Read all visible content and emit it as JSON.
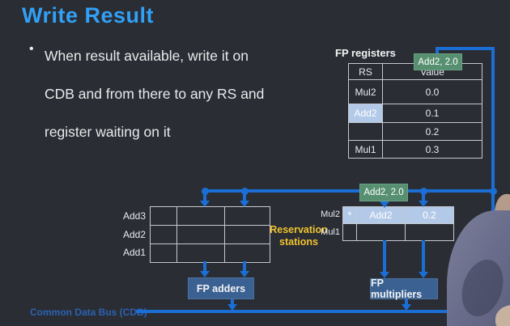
{
  "title": "Write Result",
  "bullet": {
    "marker": "•",
    "lines": [
      "When result available, write it on",
      "CDB and from there to any RS and",
      "register waiting on it"
    ]
  },
  "fp_registers": {
    "label": "FP registers",
    "header": {
      "rs": "RS",
      "value": "Value"
    },
    "rows": [
      {
        "rs": "Mul2",
        "value": "0.0"
      },
      {
        "rs": "Add2",
        "value": "0.1"
      },
      {
        "rs": "",
        "value": "0.2"
      },
      {
        "rs": "Mul1",
        "value": "0.3"
      }
    ]
  },
  "broadcast": {
    "register_badge": "Add2, 2.0",
    "rs_badge": "Add2, 2.0"
  },
  "adder_rs": {
    "row_labels": [
      "Add3",
      "Add2",
      "Add1"
    ]
  },
  "mult_rs": {
    "row_labels": [
      "Mul2",
      "Mul1"
    ],
    "filled_row": {
      "op": "*",
      "qj": "Add2",
      "vk": "0.2"
    }
  },
  "reservation_label": {
    "line1": "Reservation",
    "line2": "stations"
  },
  "units": {
    "adders": "FP adders",
    "multipliers": "FP multipliers"
  },
  "cdb_label": "Common Data Bus (CDB)",
  "colors": {
    "background": "#2a2d33",
    "title_blue": "#31a0f6",
    "bus_blue": "#1b6ed4",
    "badge_green": "#579070",
    "highlight_blue": "#b3c9e8",
    "label_yellow": "#f0c330",
    "unit_box_blue": "#3a6191",
    "cdb_text_blue": "#2b62b4"
  }
}
